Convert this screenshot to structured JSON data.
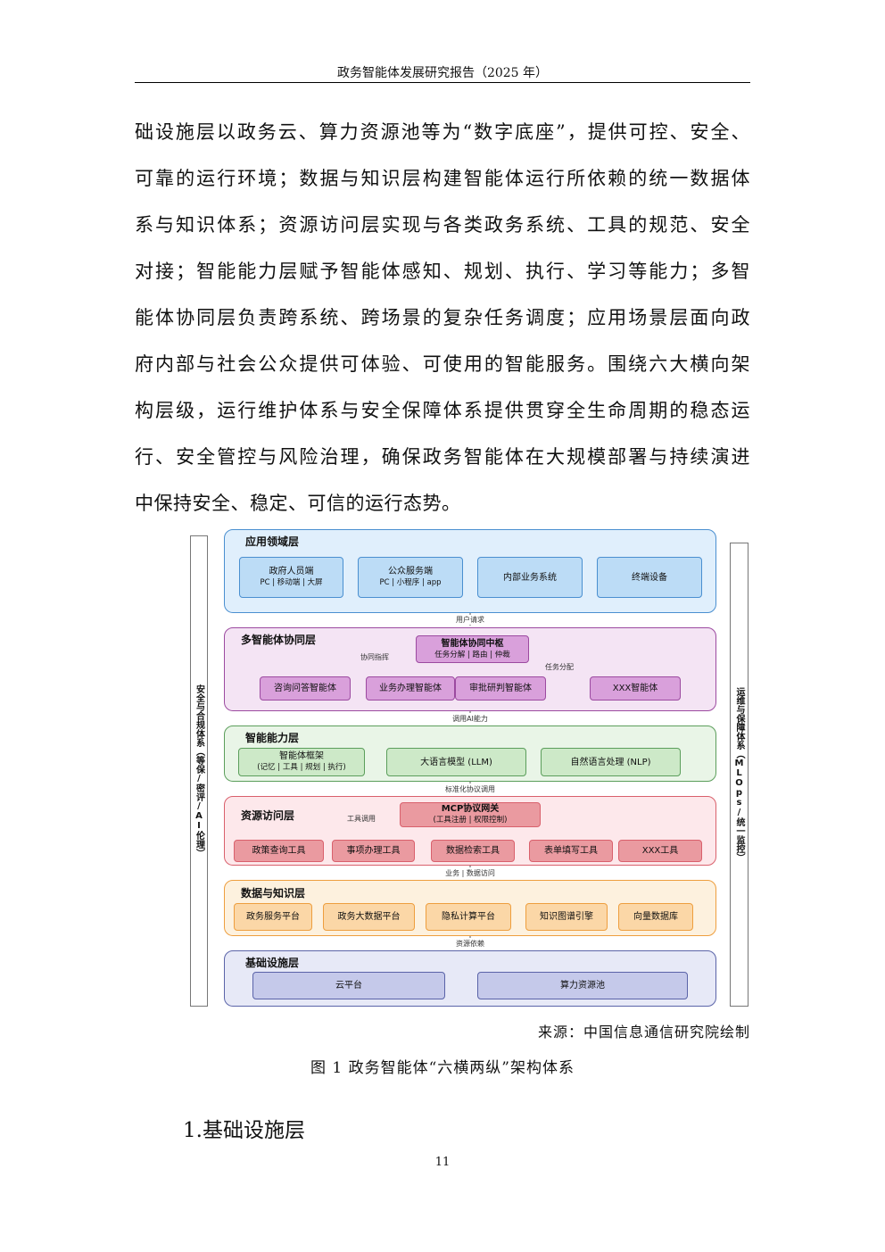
{
  "header": "政务智能体发展研究报告（2025 年）",
  "body_lines": [
    "础设施层以政务云、算力资源池等为“数字底座”，提供可控、安全、",
    "可靠的运行环境；数据与知识层构建智能体运行所依赖的统一数据体",
    "系与知识体系；资源访问层实现与各类政务系统、工具的规范、安全",
    "对接；智能能力层赋予智能体感知、规划、执行、学习等能力；多智",
    "能体协同层负责跨系统、跨场景的复杂任务调度；应用场景层面向政",
    "府内部与社会公众提供可体验、可使用的智能服务。围绕六大横向架",
    "构层级，运行维护体系与安全保障体系提供贯穿全生命周期的稳态运",
    "行、安全管控与风险治理，确保政务智能体在大规模部署与持续演进",
    "中保持安全、稳定、可信的运行态势。"
  ],
  "diagram": {
    "left_side": "安全与合规体系（等保/密评/AI伦理）",
    "right_side": "运维与保障体系（MLOps/统一监控）",
    "layers": [
      {
        "title": "应用领域层",
        "boxes": [
          [
            "政府人员端",
            "PC | 移动端 | 大屏"
          ],
          [
            "公众服务端",
            "PC | 小程序 | app"
          ],
          [
            "内部业务系统"
          ],
          [
            "终端设备"
          ]
        ]
      },
      {
        "title": "多智能体协同层",
        "hub": [
          "智能体协同中枢",
          "任务分解 | 路由 | 仲裁"
        ],
        "boxes": [
          [
            "咨询问答智能体"
          ],
          [
            "业务办理智能体"
          ],
          [
            "审批研判智能体"
          ],
          [
            "XXX智能体"
          ]
        ],
        "edge_labels": [
          "协同指挥",
          "任务分配"
        ]
      },
      {
        "title": "智能能力层",
        "boxes": [
          [
            "智能体框架",
            "(记忆 | 工具 | 规划 | 执行)"
          ],
          [
            "大语言模型 (LLM)"
          ],
          [
            "自然语言处理 (NLP)"
          ]
        ]
      },
      {
        "title": "资源访问层",
        "hub": [
          "MCP协议网关",
          "(工具注册 | 权限控制)"
        ],
        "boxes": [
          [
            "政策查询工具"
          ],
          [
            "事项办理工具"
          ],
          [
            "数据检索工具"
          ],
          [
            "表单填写工具"
          ],
          [
            "XXX工具"
          ]
        ],
        "edge_labels": [
          "工具调用"
        ]
      },
      {
        "title": "数据与知识层",
        "boxes": [
          [
            "政务服务平台"
          ],
          [
            "政务大数据平台"
          ],
          [
            "隐私计算平台"
          ],
          [
            "知识图谱引擎"
          ],
          [
            "向量数据库"
          ]
        ]
      },
      {
        "title": "基础设施层",
        "boxes": [
          [
            "云平台"
          ],
          [
            "算力资源池"
          ]
        ]
      }
    ],
    "connectors": [
      "用户请求",
      "调用AI能力",
      "标准化协议调用",
      "业务 | 数据访问",
      "资源依赖"
    ],
    "colors": {
      "layer_bg": [
        "#e0effc",
        "#f4e4f4",
        "#e9f5e7",
        "#fde8eb",
        "#fdf1de",
        "#e7e9f7"
      ],
      "layer_border": [
        "#4a8fd0",
        "#9c4aa0",
        "#5b9e5b",
        "#d9606c",
        "#ee9e3e",
        "#5a63a8"
      ],
      "box_bg": [
        "#bcdcf6",
        "#d9a0db",
        "#cde9c8",
        "#ea9aa0",
        "#fbd7a7",
        "#c5c9ea"
      ]
    }
  },
  "source": "来源：中国信息通信研究院绘制",
  "figure_caption": "图 1 政务智能体“六横两纵”架构体系",
  "section_heading": "1.基础设施层",
  "page_number": "11"
}
